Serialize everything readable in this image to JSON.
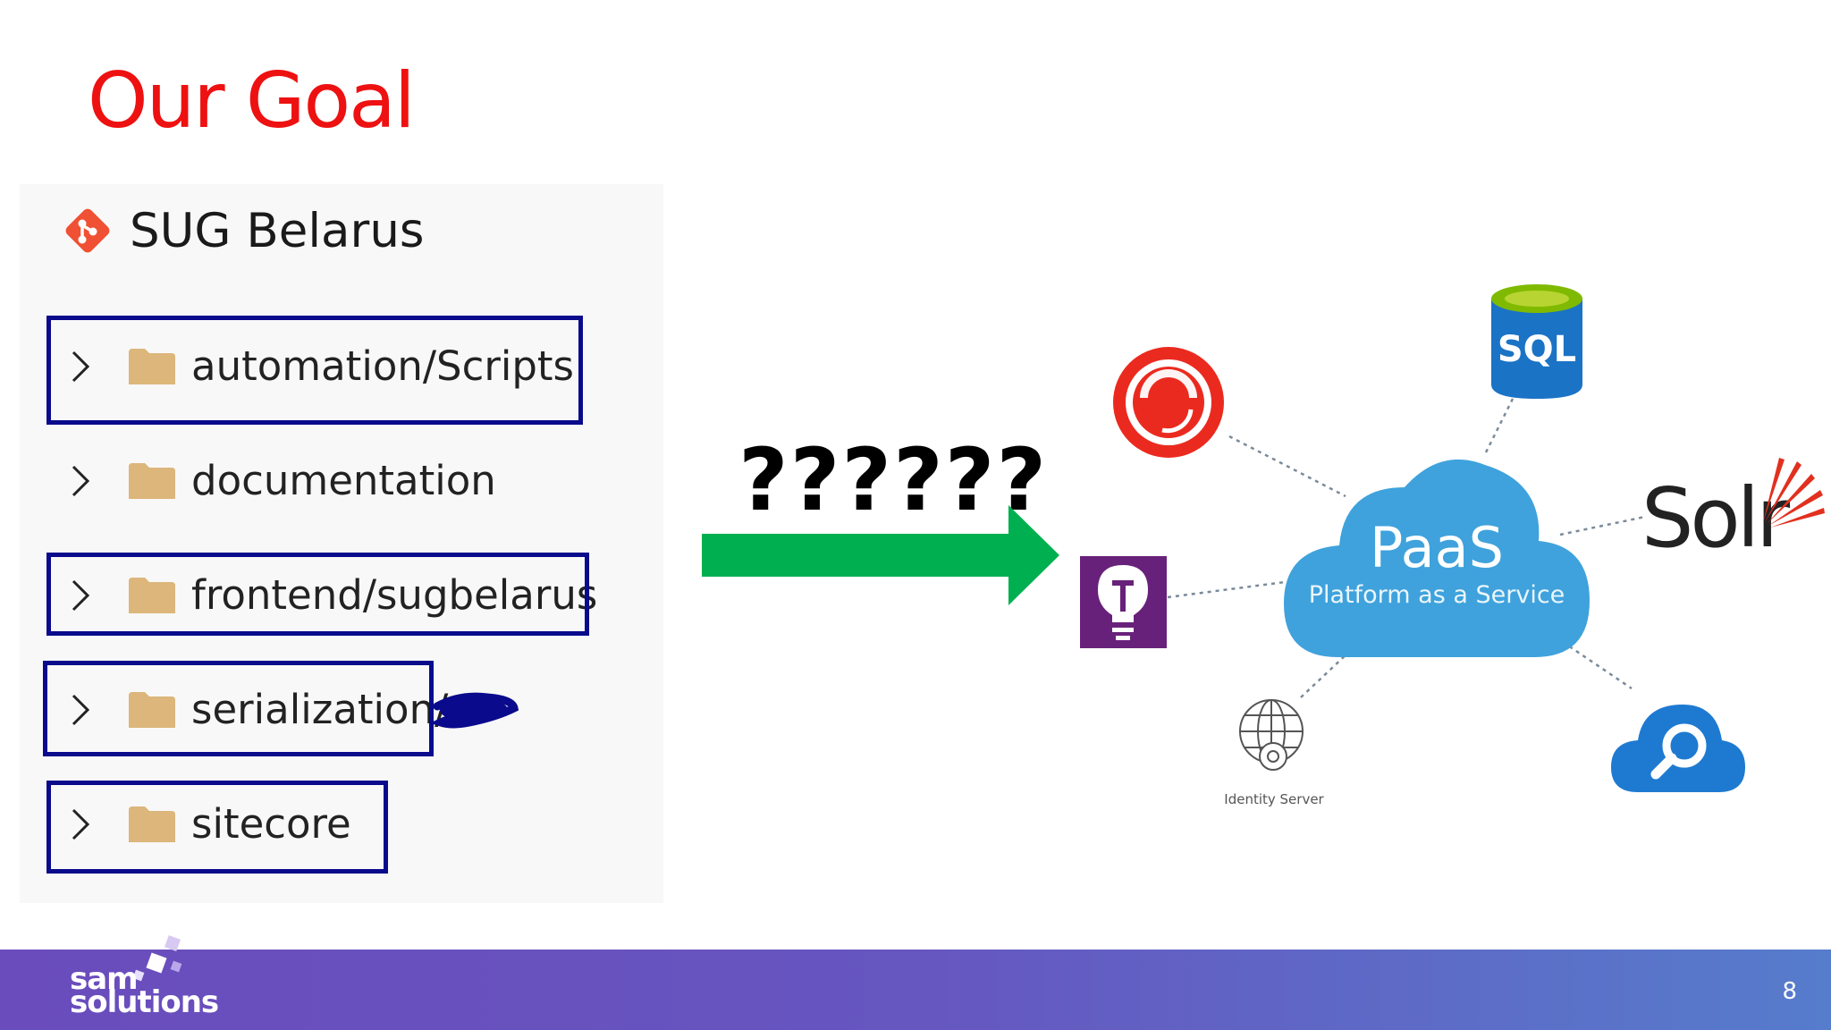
{
  "slide": {
    "title": "Our Goal",
    "page_number": "8"
  },
  "repo": {
    "icon": "git-icon",
    "name": "SUG Belarus",
    "folders": [
      {
        "label": "automation/Scripts",
        "highlighted": true
      },
      {
        "label": "documentation",
        "highlighted": false
      },
      {
        "label": "frontend/sugbelarus",
        "highlighted": true
      },
      {
        "label": "serialization/",
        "highlighted": true,
        "redacted_suffix": true
      },
      {
        "label": "sitecore",
        "highlighted": true
      }
    ]
  },
  "transition": {
    "text": "??????",
    "arrow_color": "#00b050"
  },
  "paas": {
    "title": "PaaS",
    "subtitle": "Platform as a Service",
    "services": {
      "sql": "SQL",
      "solr": "Solr",
      "identity": "Identity Server"
    },
    "icons": [
      "sitecore-icon",
      "sql-database-icon",
      "solr-icon",
      "application-insights-icon",
      "identity-server-icon",
      "azure-search-icon"
    ]
  },
  "footer": {
    "logo_line1": "sam",
    "logo_line2": "solutions"
  },
  "colors": {
    "title": "#ee1111",
    "highlight_border": "#0a0a8c",
    "cloud": "#3fa2dc"
  }
}
